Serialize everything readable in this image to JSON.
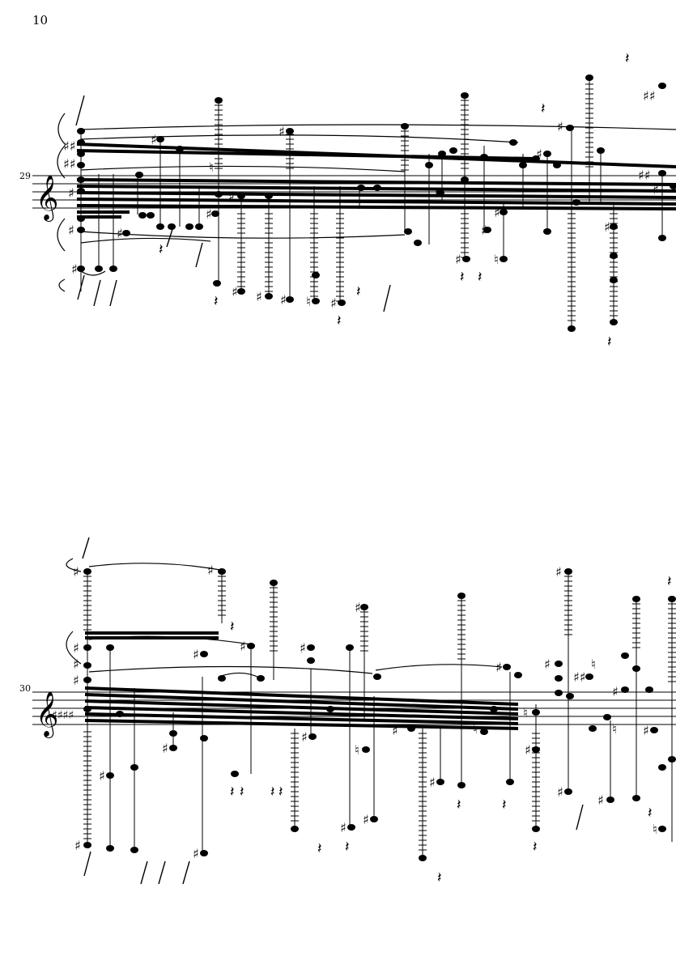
{
  "page": {
    "number": "10"
  },
  "systems": [
    {
      "measure_number": "29",
      "key_signature": "none",
      "clef": "treble"
    },
    {
      "measure_number": "30",
      "key_signature": "4 sharps",
      "clef": "treble"
    }
  ],
  "colors": {
    "ink": "#000000",
    "paper": "#ffffff"
  }
}
